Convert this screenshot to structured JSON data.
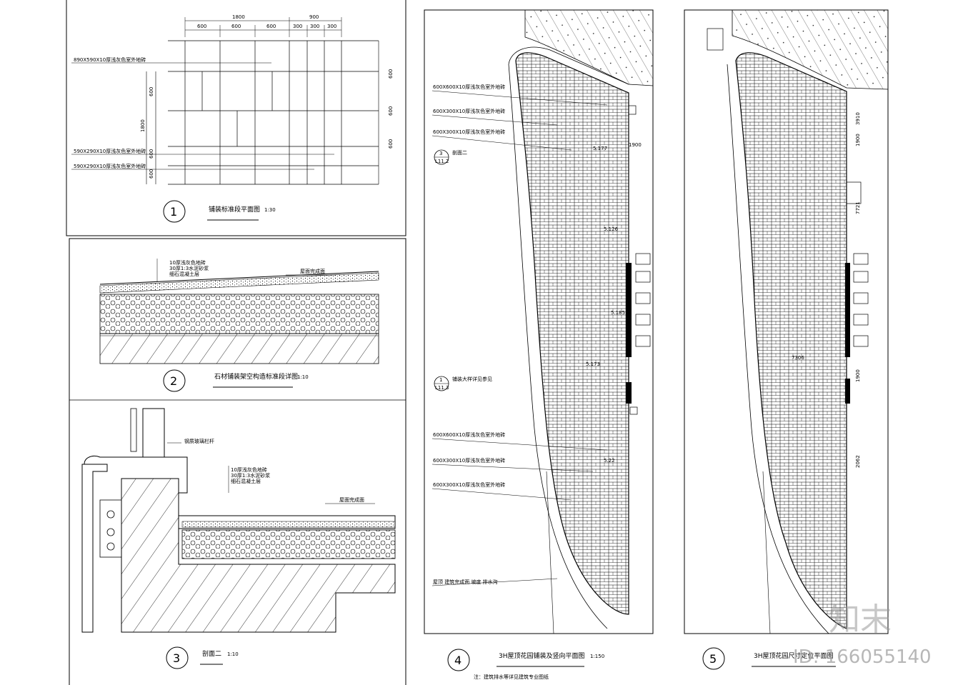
{
  "detail1": {
    "number": "1",
    "title": "铺装标准段平面图",
    "scale": "1:30",
    "dims_top_total": [
      "1800",
      "900"
    ],
    "dims_top_parts": [
      "600",
      "600",
      "600",
      "300",
      "300",
      "300"
    ],
    "dims_side_left": [
      "600",
      "1800",
      "600",
      "600"
    ],
    "dims_side_right": [
      "600",
      "600",
      "600"
    ],
    "labels": [
      "890X590X10厚浅灰色室外地砖",
      "590X290X10厚浅灰色室外地砖",
      "590X290X10厚浅灰色室外地砖"
    ]
  },
  "detail2": {
    "number": "2",
    "title": "石材铺装架空构造标准段详图",
    "scale": "1:10",
    "layer_labels": [
      "10厚浅灰色地砖",
      "30厚1:3水泥砂浆",
      "细石混凝土层"
    ],
    "callout": "屋面完成面"
  },
  "detail3": {
    "number": "3",
    "title": "剖面二",
    "scale": "1:10",
    "callouts": [
      "钢质玻璃栏杆",
      "屋面完成面"
    ],
    "layer_labels": [
      "10厚浅灰色地砖",
      "30厚1:3水泥砂浆",
      "细石混凝土层"
    ]
  },
  "detail4": {
    "number": "4",
    "title": "3H屋顶花园铺装及竖向平面图",
    "scale": "1:150",
    "note": "注：建筑排水等详见建筑专业图纸",
    "labels": [
      "600X600X10厚浅灰色室外地砖",
      "600X300X10厚浅灰色室外地砖",
      "600X300X10厚浅灰色室外地砖",
      "600X600X10厚浅灰色室外地砖",
      "600X300X10厚浅灰色室外地砖",
      "600X300X10厚浅灰色室外地砖",
      "屋顶 建筑完成面 坡度 排水沟"
    ],
    "section_tag": {
      "num": "3",
      "sheet": "L11.2",
      "label": "剖面二"
    },
    "ref_tag": {
      "num": "1",
      "sheet": "L11.3",
      "label": "铺装大样详见参见"
    },
    "elevations": [
      "5.177",
      "5.126",
      "5.185",
      "5.22",
      "5.173"
    ],
    "dim": [
      "1900"
    ]
  },
  "detail5": {
    "number": "5",
    "title": "3H屋顶花园尺寸定位平面图",
    "dims": [
      "1900",
      "1900",
      "7721",
      "3910",
      "7306",
      "2062"
    ]
  },
  "watermark": {
    "logo": "知末",
    "id": "ID: 166055140"
  }
}
